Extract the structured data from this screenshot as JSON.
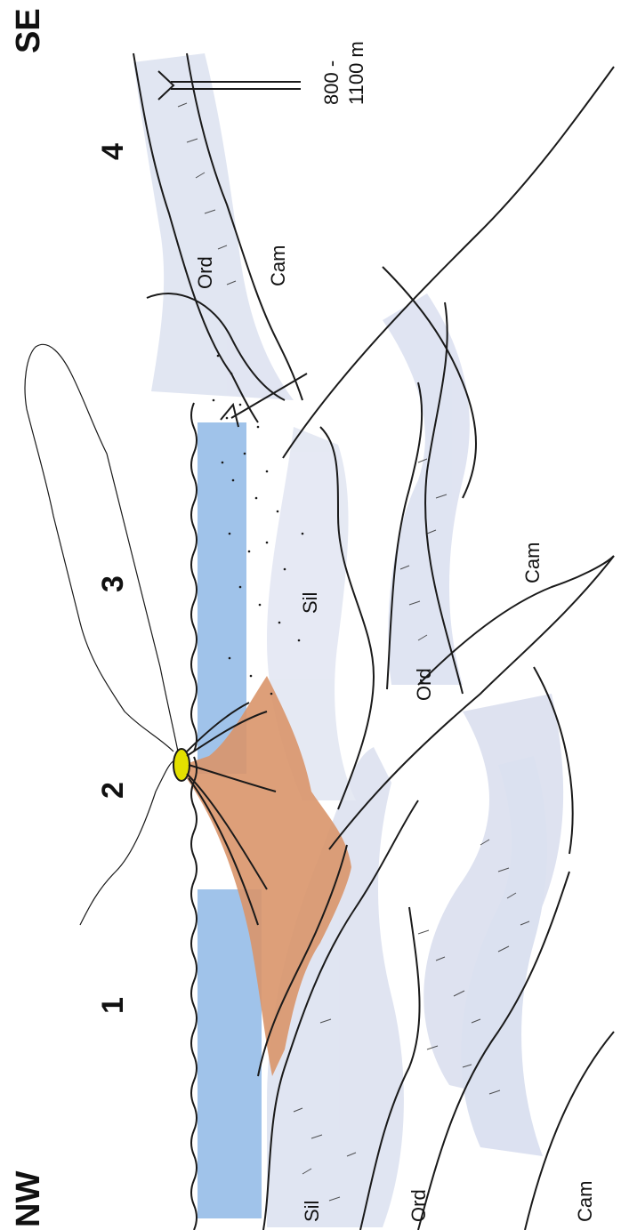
{
  "orientation": {
    "left": "NW",
    "right": "SE"
  },
  "stations": [
    "1",
    "2",
    "3",
    "4"
  ],
  "formations": {
    "cambrian": "Cam",
    "ordovician": "Ord",
    "silurian": "Sil"
  },
  "uplift": {
    "label_line1": "800 -",
    "label_line2": "1100 m"
  },
  "colors": {
    "sea": "#8fb8e6",
    "volcano": "#d9956a",
    "sediment": "#cfd6ea",
    "vent": "#e3e000",
    "ink": "#1a1a1a"
  }
}
